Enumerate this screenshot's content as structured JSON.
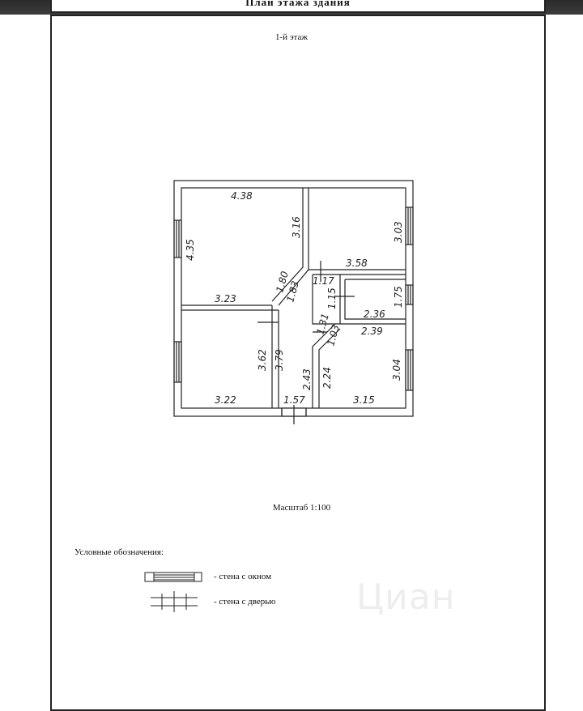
{
  "header": {
    "title": "План этажа здания"
  },
  "plan": {
    "floor_title": "1-й этаж",
    "scale": "Масштаб 1:100",
    "dimensions": {
      "d438": "4.38",
      "d316": "3.16",
      "d303": "3.03",
      "d435": "4.35",
      "d358": "3.58",
      "d180": "1.80",
      "d183": "1.83",
      "d117": "1.17",
      "d115": "1.15",
      "d175": "1.75",
      "d236": "2.36",
      "d323": "3.23",
      "d131": "1.31",
      "d103": "1.03",
      "d239": "2.39",
      "d362": "3.62",
      "d379": "3.79",
      "d243": "2.43",
      "d224": "2.24",
      "d304": "3.04",
      "d322": "3.22",
      "d157": "1.57",
      "d315": "3.15"
    }
  },
  "legend": {
    "title": "Условные обозначения:",
    "window_label": "- стена с окном",
    "door_label": "- стена с дверью"
  },
  "watermark": {
    "text": "Циан"
  }
}
